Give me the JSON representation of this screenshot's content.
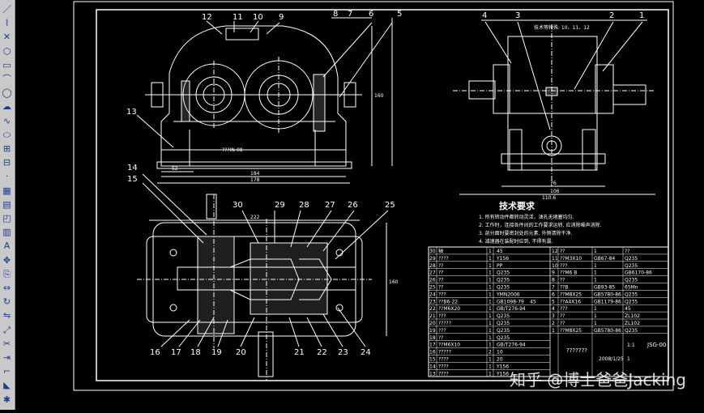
{
  "toolbar": {
    "tools": [
      "line-tool",
      "polyline-tool",
      "construction-line-tool",
      "polygon-tool",
      "rectangle-tool",
      "arc-tool",
      "circle-tool",
      "revision-cloud-tool",
      "spline-tool",
      "ellipse-tool",
      "insert-block-tool",
      "make-block-tool",
      "point-tool",
      "hatch-tool",
      "gradient-tool",
      "region-tool",
      "table-tool",
      "mtext-tool",
      "move-tool",
      "copy-tool",
      "stretch-tool",
      "rotate-tool",
      "mirror-tool",
      "scale-tool",
      "trim-tool",
      "extend-tool",
      "fillet-tool",
      "chamfer-tool",
      "explode-tool"
    ]
  },
  "front_view": {
    "balloons": [
      "12",
      "11",
      "10",
      "9",
      "8",
      "7",
      "6",
      "5",
      "13"
    ],
    "dims": {
      "d1": "52",
      "d2": "184",
      "d3": "178",
      "height": "160"
    },
    "note": "???IN-08"
  },
  "side_view": {
    "balloons": [
      "4",
      "3",
      "2",
      "1"
    ],
    "caption": "技术等特殊: 10、11、12",
    "dims": {
      "d1": "76",
      "d2": "106",
      "d3": "110.6"
    }
  },
  "plan_view": {
    "balloons_top": [
      "14",
      "15",
      "30",
      "29",
      "28",
      "27",
      "26",
      "25"
    ],
    "balloons_bottom": [
      "16",
      "17",
      "18",
      "19",
      "20",
      "21",
      "22",
      "23",
      "24"
    ],
    "dims": {
      "width": "222",
      "height": "160"
    }
  },
  "notes": {
    "title": "技术要求",
    "lines": [
      "1. 所有转动件都转动灵活，油孔无堵塞均匀.",
      "2. 工作时，连接各件间的工作要求运转,  应消除噪声消除.",
      "3. 剖分面时要密封处的元素, 外侧清除干净.",
      "4. 减速器在装配时应到, 不得有漏."
    ]
  },
  "bom": {
    "left_rows": [
      [
        "30",
        "轴",
        "1",
        "45"
      ],
      [
        "29",
        "????",
        "1",
        "Y156"
      ],
      [
        "28",
        "??",
        "1",
        "PP"
      ],
      [
        "27",
        "??",
        "1",
        "Q235"
      ],
      [
        "26",
        "??",
        "1",
        "Q235"
      ],
      [
        "25",
        "??",
        "1",
        "Q235"
      ],
      [
        "24",
        "???",
        "1",
        "YMN2006"
      ],
      [
        "23",
        "??B6-22",
        "1",
        "GB1098-79",
        "45"
      ],
      [
        "22",
        "??M6X20",
        "1",
        "GB/T276-94",
        ""
      ],
      [
        "21",
        "???",
        "1",
        "Q235"
      ],
      [
        "20",
        "?????",
        "1",
        "Q235"
      ],
      [
        "19",
        "???",
        "1",
        "Q235"
      ],
      [
        "18",
        "??",
        "1",
        "Q235"
      ],
      [
        "17",
        "??M6X10",
        "1",
        "GB/T276-94"
      ],
      [
        "16",
        "?????",
        "2",
        "10"
      ],
      [
        "15",
        "????",
        "1",
        "20"
      ],
      [
        "14",
        "????",
        "1",
        "Y156"
      ],
      [
        "13",
        "????",
        "1",
        "Y156"
      ]
    ],
    "right_rows": [
      [
        "12",
        "??",
        "1",
        "??"
      ],
      [
        "11",
        "??M3X10",
        "GB67-84",
        "Q235"
      ],
      [
        "10",
        "???",
        "1",
        "Q235"
      ],
      [
        "9",
        "??M6 B",
        "1",
        "GB6170-86",
        "Q235"
      ],
      [
        "8",
        "??",
        "1",
        "Q235"
      ],
      [
        "7",
        "??B",
        "GB93-85",
        "65Mn"
      ],
      [
        "6",
        "??M8X25",
        "GB5780-86",
        "Q235"
      ],
      [
        "5",
        "??A4X16",
        "GB1179-86",
        "Q235"
      ],
      [
        "4",
        "???",
        "1",
        "45"
      ],
      [
        "3",
        "??",
        "1",
        "ZL102"
      ],
      [
        "2",
        "??",
        "1",
        "ZL102"
      ],
      [
        "1",
        "??M8X25",
        "GB5780-86",
        "Q235"
      ]
    ],
    "title_block": {
      "name": "???????",
      "code": "JSG-00",
      "scale": "1:1",
      "material": "2008/1/25",
      "count": "1"
    }
  },
  "watermark": "知乎 @博士爸爸Jacking"
}
